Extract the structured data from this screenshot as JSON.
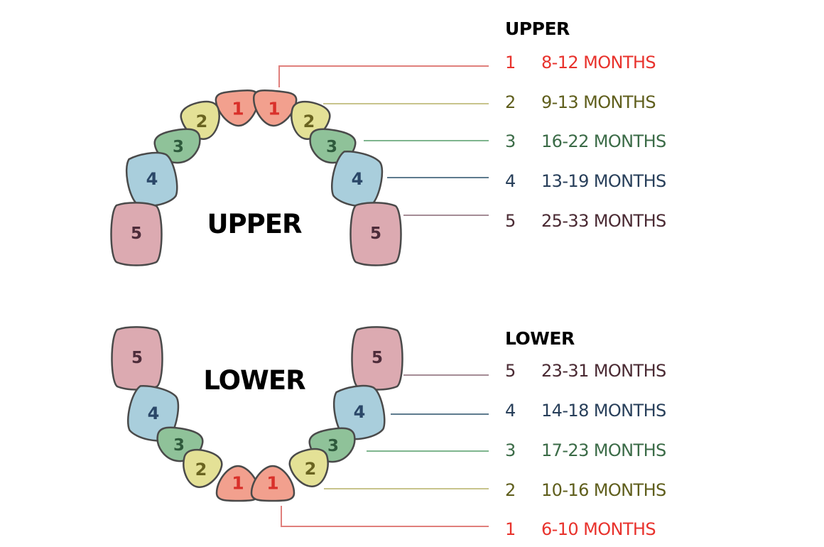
{
  "upper": {
    "arch_label": "UPPER",
    "legend_header": "UPPER",
    "teeth": [
      "1",
      "2",
      "3",
      "4",
      "5"
    ],
    "legend": [
      {
        "tooth": "1",
        "age": "8-12 MONTHS",
        "color": "#e8322c"
      },
      {
        "tooth": "2",
        "age": "9-13 MONTHS",
        "color": "#5f5e1c"
      },
      {
        "tooth": "3",
        "age": "16-22 MONTHS",
        "color": "#3b6b47"
      },
      {
        "tooth": "4",
        "age": "13-19 MONTHS",
        "color": "#283f5a"
      },
      {
        "tooth": "5",
        "age": "25-33 MONTHS",
        "color": "#4a2a33"
      }
    ]
  },
  "lower": {
    "arch_label": "LOWER",
    "legend_header": "LOWER",
    "teeth": [
      "1",
      "2",
      "3",
      "4",
      "5"
    ],
    "legend": [
      {
        "tooth": "5",
        "age": "23-31 MONTHS",
        "color": "#4a2a33"
      },
      {
        "tooth": "4",
        "age": "14-18 MONTHS",
        "color": "#283f5a"
      },
      {
        "tooth": "3",
        "age": "17-23 MONTHS",
        "color": "#3b6b47"
      },
      {
        "tooth": "2",
        "age": "10-16 MONTHS",
        "color": "#5f5e1c"
      },
      {
        "tooth": "1",
        "age": "6-10 MONTHS",
        "color": "#e8322c"
      }
    ]
  },
  "tooth_fill_colors": {
    "1": "#f2a08e",
    "2": "#e4e196",
    "3": "#8fc299",
    "4": "#a9cedc",
    "5": "#dcaab1"
  },
  "tooth_number_colors": {
    "1": "#d9302a",
    "2": "#6a6420",
    "3": "#2e5a3c",
    "4": "#2a4768",
    "5": "#4d2c3a"
  },
  "leader_colors": {
    "1": "#e07f7c",
    "2": "#c8c48c",
    "3": "#7fb58e",
    "4": "#5e7b8e",
    "5": "#a58c96"
  }
}
